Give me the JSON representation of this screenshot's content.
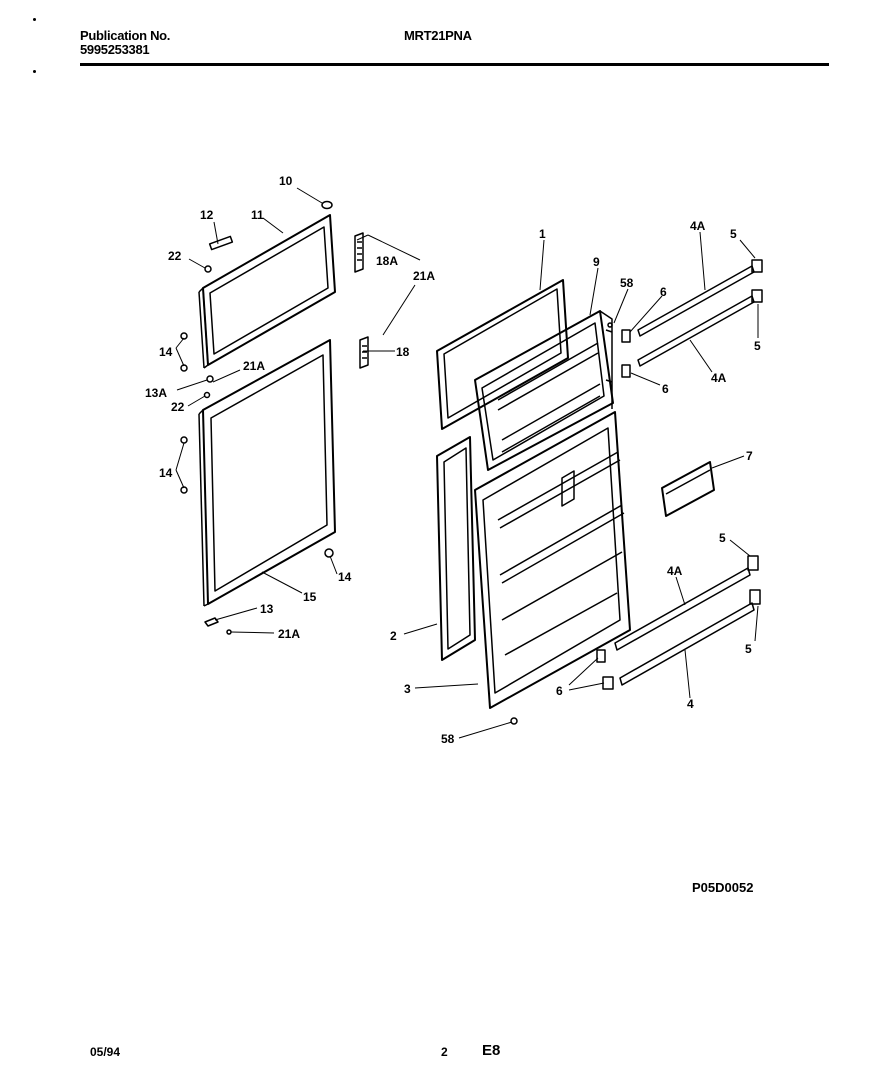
{
  "header": {
    "publication_label": "Publication No.",
    "publication_number": "5995253381",
    "model": "MRT21PNA"
  },
  "footer": {
    "reference": "P05D0052",
    "date": "05/94",
    "page": "2",
    "section": "E8"
  },
  "callouts": {
    "c10": "10",
    "c12": "12",
    "c11": "11",
    "c22a": "22",
    "c18a": "18A",
    "c21a_top": "21A",
    "c18": "18",
    "c14a": "14",
    "c21a_mid": "21A",
    "c13a": "13A",
    "c22b": "22",
    "c14b": "14",
    "c14c": "14",
    "c15": "15",
    "c13": "13",
    "c21a_bot": "21A",
    "c1": "1",
    "c9": "9",
    "c58a": "58",
    "c6a": "6",
    "c4a_top": "4A",
    "c5a": "5",
    "c5b": "5",
    "c4a_mid": "4A",
    "c6b": "6",
    "c7": "7",
    "c5c": "5",
    "c4a_low": "4A",
    "c2": "2",
    "c5d": "5",
    "c3": "3",
    "c6c": "6",
    "c4": "4",
    "c58b": "58"
  }
}
